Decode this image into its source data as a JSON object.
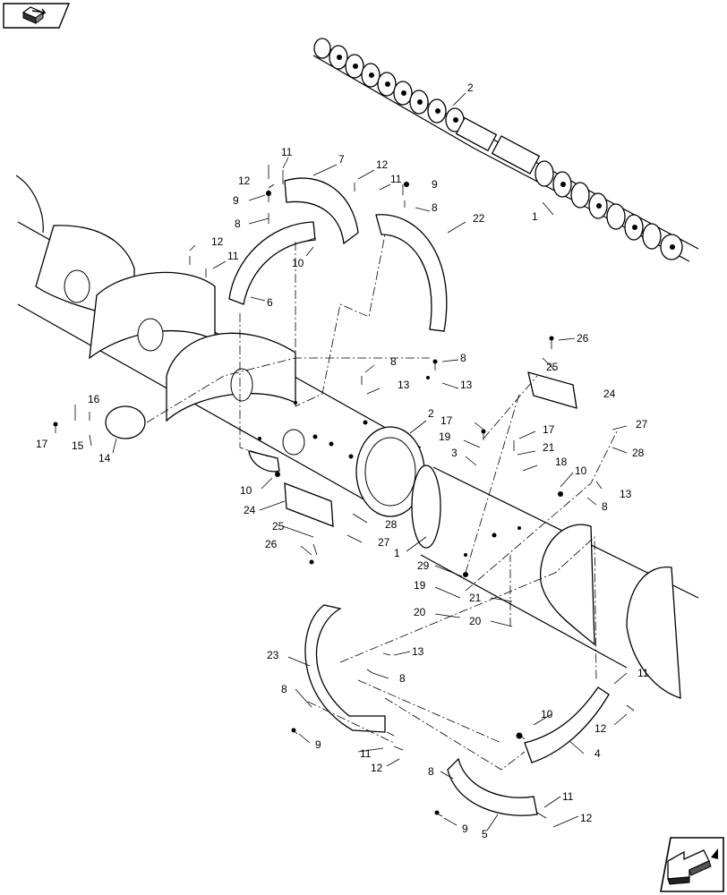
{
  "nav": {
    "prev_icon": "folder-back-arrow-icon",
    "next_icon": "next-page-arrow-icon"
  },
  "callouts": [
    "2",
    "1",
    "11",
    "7",
    "12",
    "12",
    "11",
    "9",
    "9",
    "8",
    "8",
    "22",
    "10",
    "12",
    "11",
    "6",
    "8",
    "8",
    "13",
    "13",
    "26",
    "25",
    "24",
    "16",
    "17",
    "15",
    "14",
    "2",
    "17",
    "19",
    "3",
    "17",
    "21",
    "18",
    "10",
    "13",
    "8",
    "27",
    "28",
    "10",
    "24",
    "25",
    "28",
    "26",
    "27",
    "1",
    "29",
    "19",
    "21",
    "20",
    "20",
    "13",
    "23",
    "8",
    "8",
    "9",
    "11",
    "12",
    "10",
    "11",
    "12",
    "4",
    "8",
    "11",
    "9",
    "5",
    "12"
  ]
}
